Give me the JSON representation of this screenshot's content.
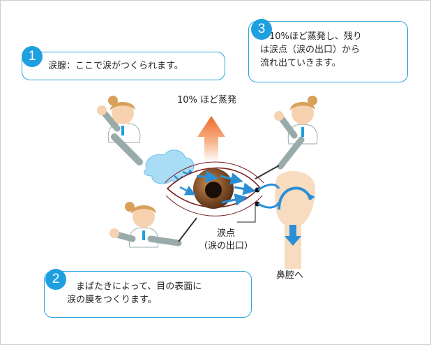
{
  "callouts": {
    "step1": {
      "number": "1",
      "text": "涙腺：ここで涙がつくられます。"
    },
    "step2": {
      "number": "2",
      "line1": "　まばたきによって、目の表面に",
      "line2": "涙の膜をつくります。"
    },
    "step3": {
      "number": "3",
      "line1": "　10%ほど蒸発し、残り",
      "line2": "は涙点（涙の出口）から",
      "line3": "流れ出ていきます。"
    }
  },
  "labels": {
    "evaporation": "10% ほど蒸発",
    "punctum_line1": "涙点",
    "punctum_line2": "（涙の出口）",
    "nasal": "鼻腔へ"
  },
  "colors": {
    "accent": "#1e9fe0",
    "border": "#29a3dc",
    "arrow_orange": "#f07a3c",
    "iris": "#7a4a26",
    "tear_flow": "#2b8fd6",
    "gland": "#a9dcf5",
    "nasal_duct": "#f7dcc0"
  },
  "icons": [
    "nurse-figure-icon",
    "eye-icon",
    "lacrimal-gland-icon",
    "evaporation-arrow-icon",
    "nasal-duct-icon"
  ]
}
